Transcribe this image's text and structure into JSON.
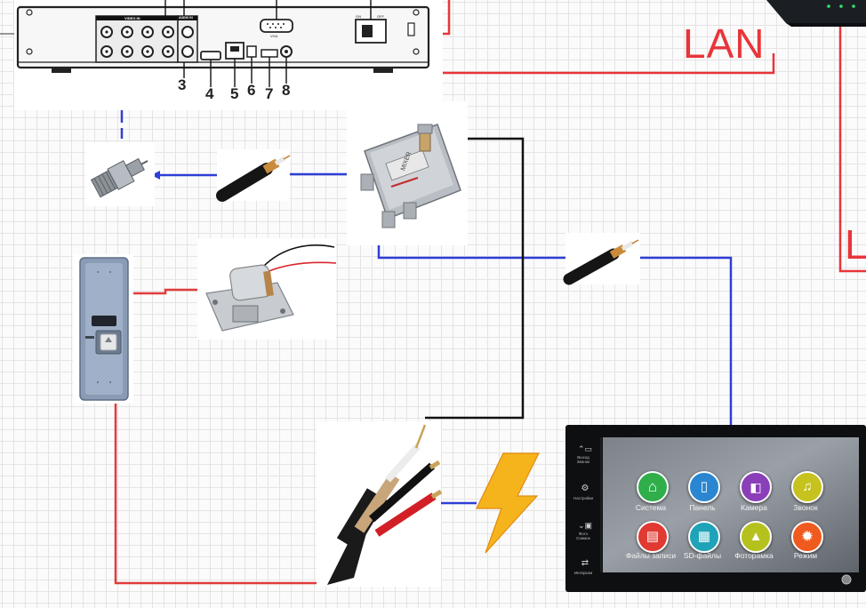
{
  "labels": {
    "lan_main": "LAN",
    "lan_side": "L"
  },
  "dvr": {
    "port_numbers": [
      "3",
      "4",
      "5",
      "6",
      "7",
      "8"
    ],
    "video_in_label": "VIDEO IN",
    "audio_in_label": "AUDIO IN",
    "vga_label": "VGA",
    "on_label": "ON",
    "off_label": "OFF"
  },
  "splitter": {
    "brand_label": "MIXER"
  },
  "monitor": {
    "icons": [
      {
        "label": "Система",
        "color": "#2fae4a"
      },
      {
        "label": "Панель",
        "color": "#2a86d0"
      },
      {
        "label": "Камера",
        "color": "#8a3fb8"
      },
      {
        "label": "Звонок",
        "color": "#c6c21e"
      },
      {
        "label": "Файлы записи",
        "color": "#e03a32"
      },
      {
        "label": "SD-файлы",
        "color": "#1fa3b8"
      },
      {
        "label": "Фоторамка",
        "color": "#b5c21e"
      },
      {
        "label": "Режим",
        "color": "#ef5a1e"
      }
    ],
    "side_labels": [
      "Выход Звонок",
      "Настройки",
      "Фото Снимок",
      "Интерком"
    ]
  },
  "colors": {
    "lan_red": "#e8353a",
    "coax_blue": "#2f3ed6",
    "power_black": "#111111",
    "lock_red": "#e23b3b",
    "bolt_yellow": "#f6b41c"
  }
}
